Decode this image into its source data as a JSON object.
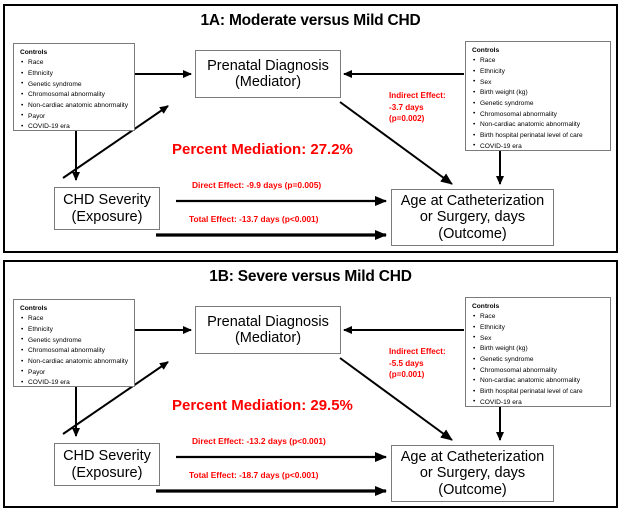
{
  "figure": {
    "panels": [
      {
        "id": "1A",
        "title": "1A: Moderate versus Mild CHD",
        "nodes": {
          "exposure": {
            "line1": "CHD Severity",
            "line2": "(Exposure)"
          },
          "mediator": {
            "line1": "Prenatal Diagnosis",
            "line2": "(Mediator)"
          },
          "outcome": {
            "line1": "Age at Catheterization",
            "line2": "or Surgery, days",
            "line3": "(Outcome)"
          }
        },
        "controls_left": {
          "title": "Controls",
          "items": [
            "Race",
            "Ethnicity",
            "Genetic syndrome",
            "Chromosomal abnormality",
            "Non-cardiac anatomic abnormality",
            "Payor",
            "COVID-19 era"
          ]
        },
        "controls_right": {
          "title": "Controls",
          "items": [
            "Race",
            "Ethnicity",
            "Sex",
            "Birth weight (kg)",
            "Genetic syndrome",
            "Chromosomal abnormality",
            "Non-cardiac anatomic abnormality",
            "Birth hospital perinatal level of care",
            "COVID-19 era"
          ]
        },
        "percent_mediation": "Percent Mediation: 27.2%",
        "indirect_effect": {
          "line1": "Indirect Effect:",
          "line2": "-3.7 days",
          "line3": "(p=0.002)"
        },
        "direct_effect": "Direct Effect: -9.9 days (p=0.005)",
        "total_effect": "Total Effect: -13.7 days (p<0.001)"
      },
      {
        "id": "1B",
        "title": "1B: Severe versus Mild CHD",
        "nodes": {
          "exposure": {
            "line1": "CHD Severity",
            "line2": "(Exposure)"
          },
          "mediator": {
            "line1": "Prenatal Diagnosis",
            "line2": "(Mediator)"
          },
          "outcome": {
            "line1": "Age at Catheterization",
            "line2": "or Surgery, days",
            "line3": "(Outcome)"
          }
        },
        "controls_left": {
          "title": "Controls",
          "items": [
            "Race",
            "Ethnicity",
            "Genetic syndrome",
            "Chromosomal abnormality",
            "Non-cardiac anatomic abnormality",
            "Payor",
            "COVID-19 era"
          ]
        },
        "controls_right": {
          "title": "Controls",
          "items": [
            "Race",
            "Ethnicity",
            "Sex",
            "Birth weight (kg)",
            "Genetic syndrome",
            "Chromosomal abnormality",
            "Non-cardiac anatomic abnormality",
            "Birth hospital perinatal level of care",
            "COVID-19 era"
          ]
        },
        "percent_mediation": "Percent Mediation: 29.5%",
        "indirect_effect": {
          "line1": "Indirect Effect:",
          "line2": "-5.5 days",
          "line3": "(p=0.001)"
        },
        "direct_effect": "Direct Effect: -13.2 days (p<0.001)",
        "total_effect": "Total Effect: -18.7 days (p<0.001)"
      }
    ],
    "colors": {
      "annotation_red": "#ff0000",
      "box_border": "#7b7b7b",
      "panel_border": "#000000",
      "arrow": "#000000",
      "background": "#ffffff"
    }
  }
}
